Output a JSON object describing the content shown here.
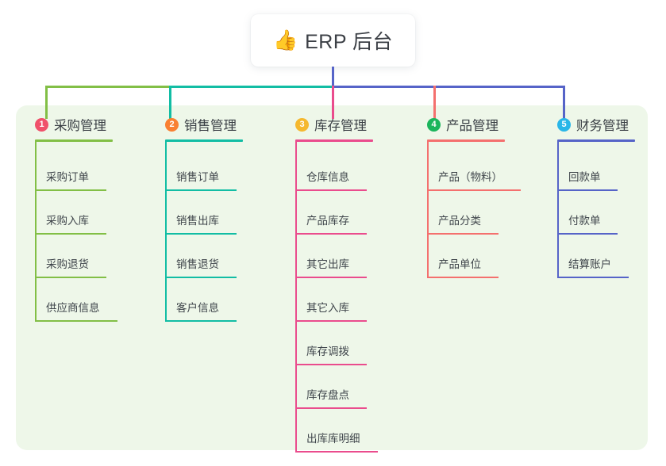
{
  "root": {
    "icon": "thumbs-up-icon",
    "emoji": "👍",
    "title": "ERP 后台"
  },
  "theme": {
    "panel_bg": "#eef7e9",
    "page_bg": "#ffffff",
    "text": "#3a3f45"
  },
  "connector": {
    "stem_color": "#5664c8",
    "bar_segments": [
      {
        "name": "green-segment",
        "color": "#82bf46"
      },
      {
        "name": "teal-segment",
        "color": "#12bda4"
      },
      {
        "name": "blue-segment",
        "color": "#5664c8"
      }
    ],
    "drops": [
      {
        "name": "drop-purchase",
        "color": "#82bf46"
      },
      {
        "name": "drop-sales",
        "color": "#12bda4"
      },
      {
        "name": "drop-inventory",
        "color": "#ea4c8d"
      },
      {
        "name": "drop-product",
        "color": "#f4706e"
      },
      {
        "name": "drop-finance",
        "color": "#5664c8"
      }
    ]
  },
  "columns": [
    {
      "id": "purchase",
      "number": "1",
      "title": "采购管理",
      "badge_color": "#f0516b",
      "line_color": "#82bf46",
      "items": [
        {
          "label": "采购订单",
          "width": 90
        },
        {
          "label": "采购入库",
          "width": 90
        },
        {
          "label": "采购退货",
          "width": 90
        },
        {
          "label": "供应商信息",
          "width": 104
        }
      ]
    },
    {
      "id": "sales",
      "number": "2",
      "title": "销售管理",
      "badge_color": "#f98032",
      "line_color": "#12bda4",
      "items": [
        {
          "label": "销售订单",
          "width": 90
        },
        {
          "label": "销售出库",
          "width": 90
        },
        {
          "label": "销售退货",
          "width": 90
        },
        {
          "label": "客户信息",
          "width": 90
        }
      ]
    },
    {
      "id": "inventory",
      "number": "3",
      "title": "库存管理",
      "badge_color": "#f5b82e",
      "line_color": "#ea4c8d",
      "items": [
        {
          "label": "仓库信息",
          "width": 90
        },
        {
          "label": "产品库存",
          "width": 90
        },
        {
          "label": "其它出库",
          "width": 90
        },
        {
          "label": "其它入库",
          "width": 90
        },
        {
          "label": "库存调拨",
          "width": 90
        },
        {
          "label": "库存盘点",
          "width": 90
        },
        {
          "label": "出库库明细",
          "width": 104
        }
      ]
    },
    {
      "id": "product",
      "number": "4",
      "title": "产品管理",
      "badge_color": "#1bb55c",
      "line_color": "#f4706e",
      "items": [
        {
          "label": "产品（物料）",
          "width": 118
        },
        {
          "label": "产品分类",
          "width": 90
        },
        {
          "label": "产品单位",
          "width": 90
        }
      ]
    },
    {
      "id": "finance",
      "number": "5",
      "title": "财务管理",
      "badge_color": "#29b6e8",
      "line_color": "#5664c8",
      "items": [
        {
          "label": "回款单",
          "width": 76
        },
        {
          "label": "付款单",
          "width": 76
        },
        {
          "label": "结算账户",
          "width": 90
        }
      ]
    }
  ]
}
